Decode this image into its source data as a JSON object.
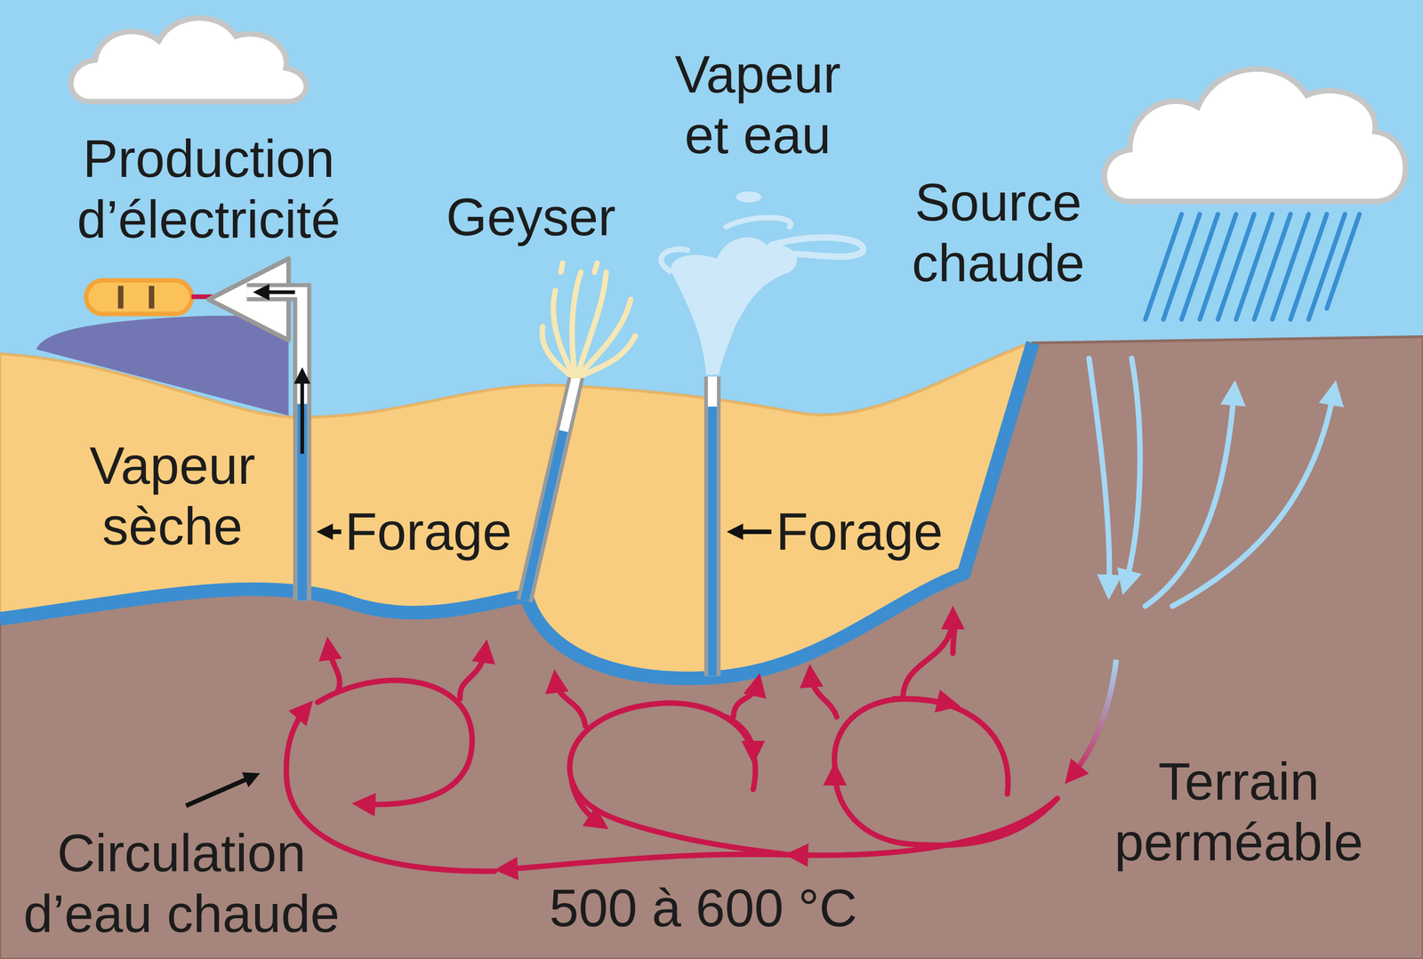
{
  "diagram": {
    "labels": [
      "Production d’électricité",
      "Geyser",
      "Vapeur et eau",
      "Source chaude",
      "Vapeur sèche",
      "Forage",
      "Forage",
      "Circulation d’eau chaude",
      "500 à 600 °C",
      "Terrain perméable"
    ]
  }
}
